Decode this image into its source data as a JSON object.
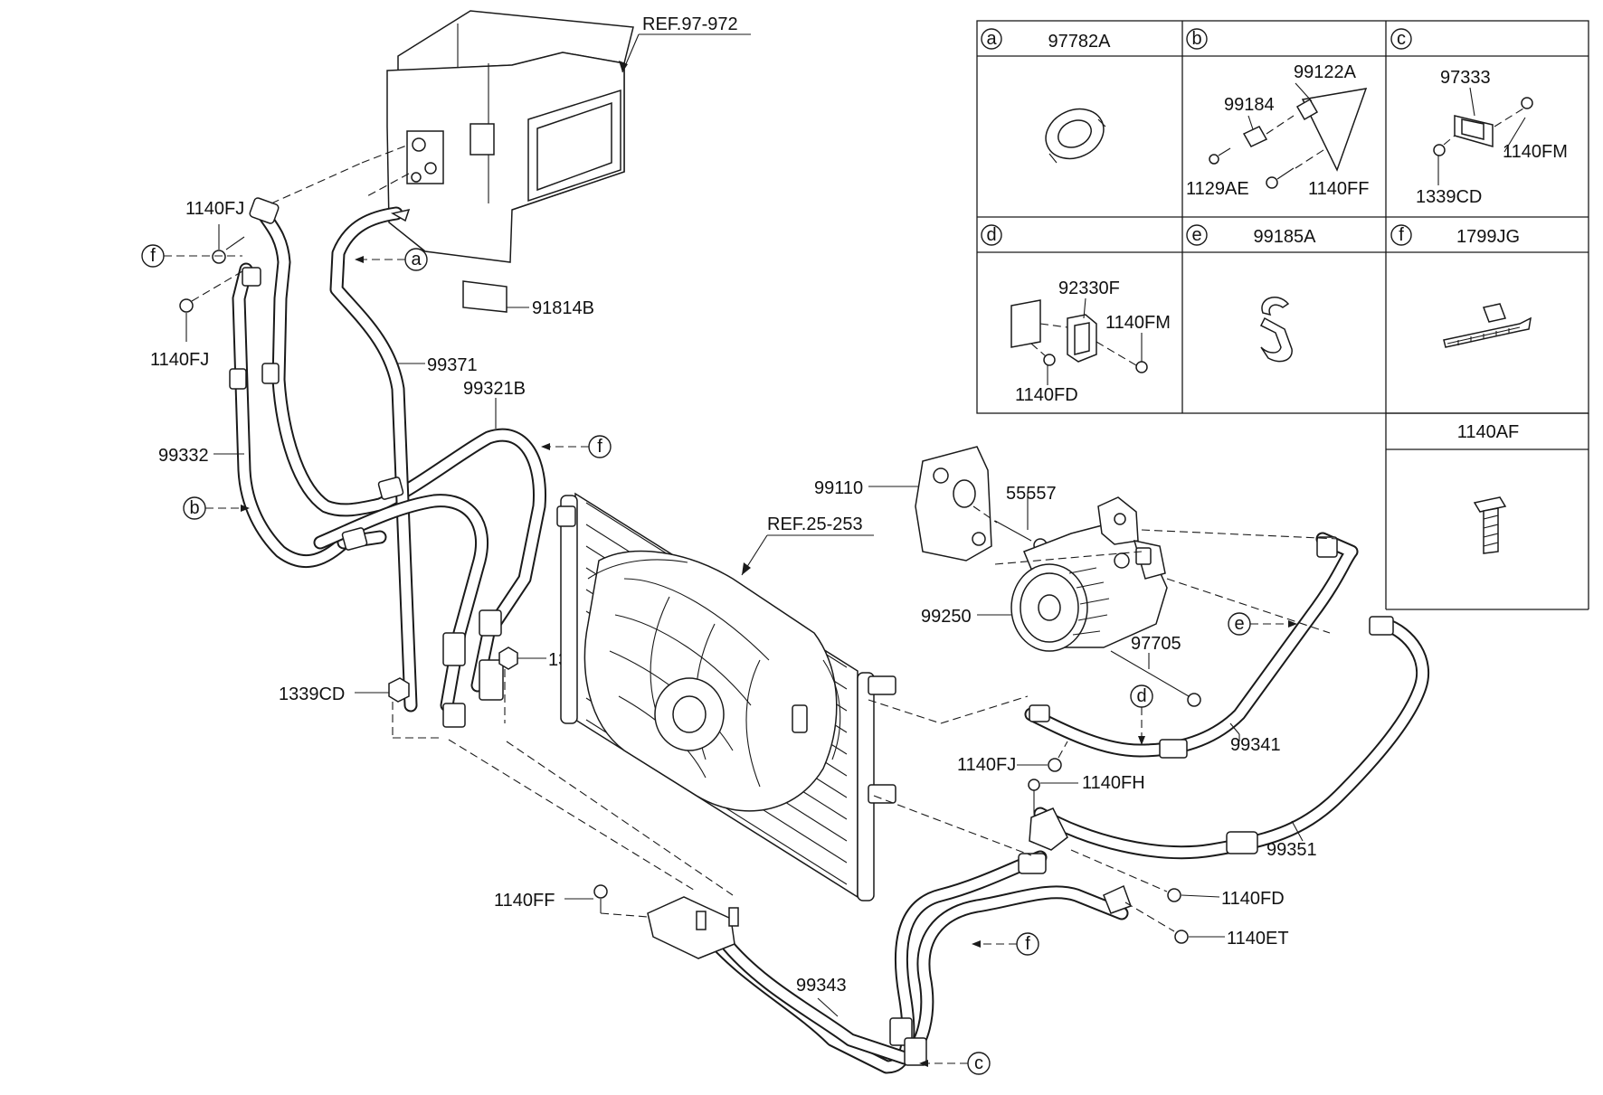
{
  "labels": {
    "ref_97_972": "REF.97-972",
    "ref_25_253": "REF.25-253",
    "p91814B": "91814B",
    "p99371": "99371",
    "p99321B": "99321B",
    "p99332": "99332",
    "p1140FJ_top": "1140FJ",
    "p1140FJ_left": "1140FJ",
    "p1140FJ_mid": "1140FJ",
    "p1339CD_left": "1339CD",
    "p1339CD_center": "1339CD",
    "p99110": "99110",
    "p55557": "55557",
    "p99250": "99250",
    "p97705": "97705",
    "p99341": "99341",
    "p1140FH": "1140FH",
    "p99351": "99351",
    "p1140FD": "1140FD",
    "p1140ET": "1140ET",
    "p1140FF": "1140FF",
    "p99343": "99343"
  },
  "callouts": {
    "a": "a",
    "b": "b",
    "c": "c",
    "d": "d",
    "e": "e",
    "f_left": "f",
    "f_pipe": "f",
    "f_bottom": "f"
  },
  "legend": {
    "cells": [
      {
        "letter": "a",
        "part": "97782A",
        "subparts": []
      },
      {
        "letter": "b",
        "part": "",
        "subparts": [
          "99122A",
          "99184",
          "1129AE",
          "1140FF"
        ]
      },
      {
        "letter": "c",
        "part": "",
        "subparts": [
          "97333",
          "1140FM",
          "1339CD"
        ]
      },
      {
        "letter": "d",
        "part": "",
        "subparts": [
          "92330F",
          "1140FM",
          "1140FD"
        ]
      },
      {
        "letter": "e",
        "part": "99185A",
        "subparts": []
      },
      {
        "letter": "f",
        "part": "1799JG",
        "subparts": []
      }
    ],
    "extra": {
      "part": "1140AF"
    }
  }
}
